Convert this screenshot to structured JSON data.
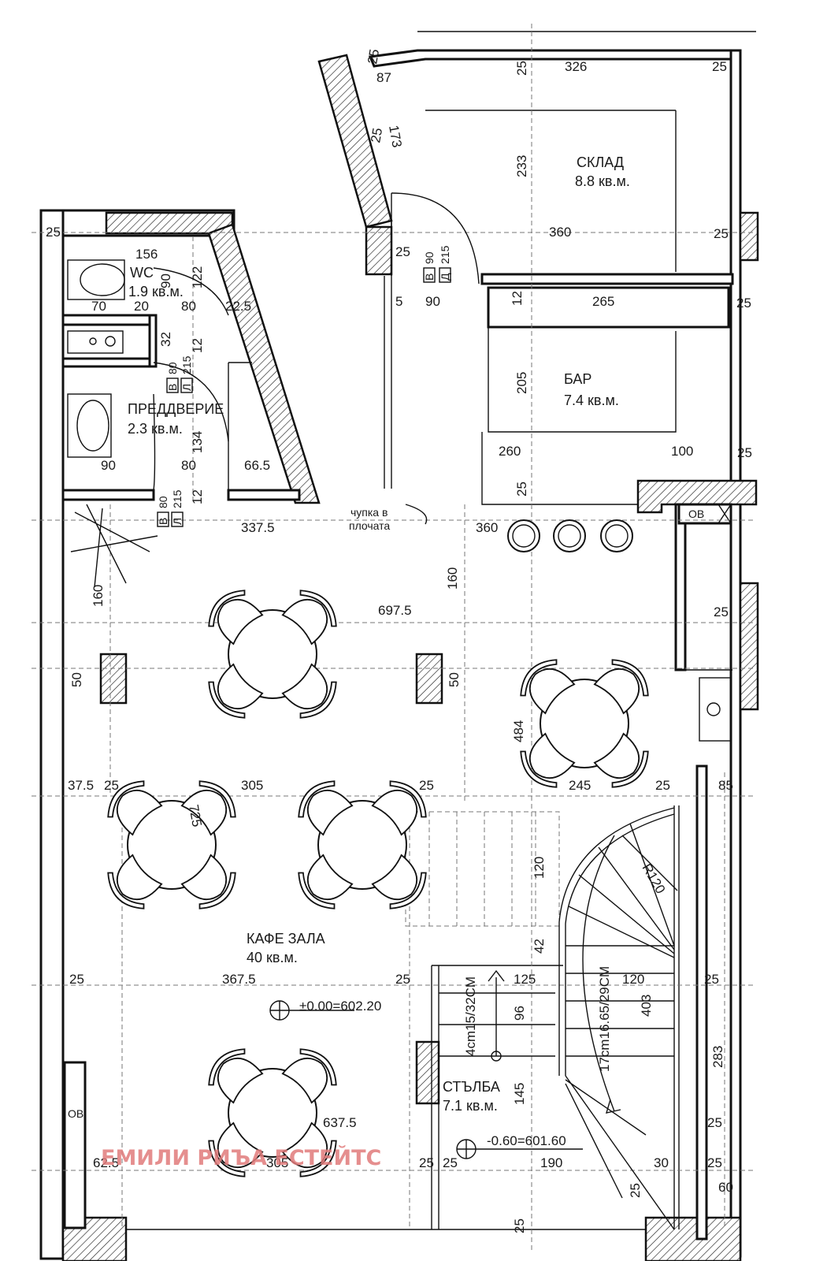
{
  "rooms": {
    "sklad": {
      "name": "СКЛАД",
      "area": "8.8 кв.м."
    },
    "wc": {
      "name": "WC",
      "area": "1.9 кв.м."
    },
    "bar": {
      "name": "БАР",
      "area": "7.4 кв.м."
    },
    "preddverie": {
      "name": "ПРЕДДВЕРИЕ",
      "area": "2.3 кв.м."
    },
    "kafe_zala": {
      "name": "КАФЕ ЗАЛА",
      "area": "40 кв.м."
    },
    "stalba": {
      "name": "СТЪЛБА",
      "area": "7.1 кв.м."
    }
  },
  "annotations": {
    "hole_line1": "чупка в",
    "hole_line2": "плочата",
    "level_zero": "±0.00=602.20",
    "level_minus": "-0.60=601.60",
    "radius": "R120",
    "stair_step1": "17cm16.65/29CM",
    "stair_step2": "4cm15/32CM",
    "ov1": "OB",
    "ov2": "OB"
  },
  "doors": {
    "d1": {
      "w_label": "В",
      "w": "90",
      "h_label": "Д",
      "h": "215"
    },
    "d2": {
      "w_label": "В",
      "w": "80",
      "h_label": "Л",
      "h": "215"
    },
    "d3": {
      "w_label": "В",
      "w": "80",
      "h_label": "Л",
      "h": "215"
    }
  },
  "dimensions": {
    "d25a": "25",
    "d87": "87",
    "d25b": "25",
    "d326": "326",
    "d25c": "25",
    "d25d": "25",
    "d173": "173",
    "d233": "233",
    "d25e": "25",
    "d360a": "360",
    "d25f": "25",
    "d156": "156",
    "d90a": "90",
    "d122": "122",
    "d25g": "25",
    "d5": "5",
    "d90b": "90",
    "d12a": "12",
    "d265": "265",
    "d25h": "25",
    "d70": "70",
    "d20": "20",
    "d80a": "80",
    "d22_5": "22.5",
    "d32": "32",
    "d12b": "12",
    "d205": "205",
    "d134": "134",
    "d90c": "90",
    "d80b": "80",
    "d66_5": "66.5",
    "d260": "260",
    "d100": "100",
    "d25i": "25",
    "d25j": "25",
    "d12c": "12",
    "d337_5": "337.5",
    "d360b": "360",
    "d160a": "160",
    "d160b": "160",
    "d697_5": "697.5",
    "d25k": "25",
    "d50a": "50",
    "d50b": "50",
    "d484": "484",
    "d37_5": "37.5",
    "d25l": "25",
    "d305a": "305",
    "d25m": "25",
    "d245": "245",
    "d25n": "25",
    "d85": "85",
    "d725": "725",
    "d120a": "120",
    "d42": "42",
    "d25o": "25",
    "d367_5": "367.5",
    "d25p": "25",
    "d125": "125",
    "d120b": "120",
    "d25q": "25",
    "d96": "96",
    "d403": "403",
    "d283": "283",
    "d145": "145",
    "d637_5": "637.5",
    "d25r": "25",
    "d62_5": "62.5",
    "d305b": "305",
    "d25s": "25",
    "d25t": "25",
    "d190": "190",
    "d30": "30",
    "d25u": "25",
    "d25v": "25",
    "d60": "60",
    "d25w": "25"
  },
  "watermark": "ЕМИЛИ РИЪА ЕСТЕЙТС",
  "colors": {
    "watermark": "#e07a7a",
    "line": "#111111"
  }
}
